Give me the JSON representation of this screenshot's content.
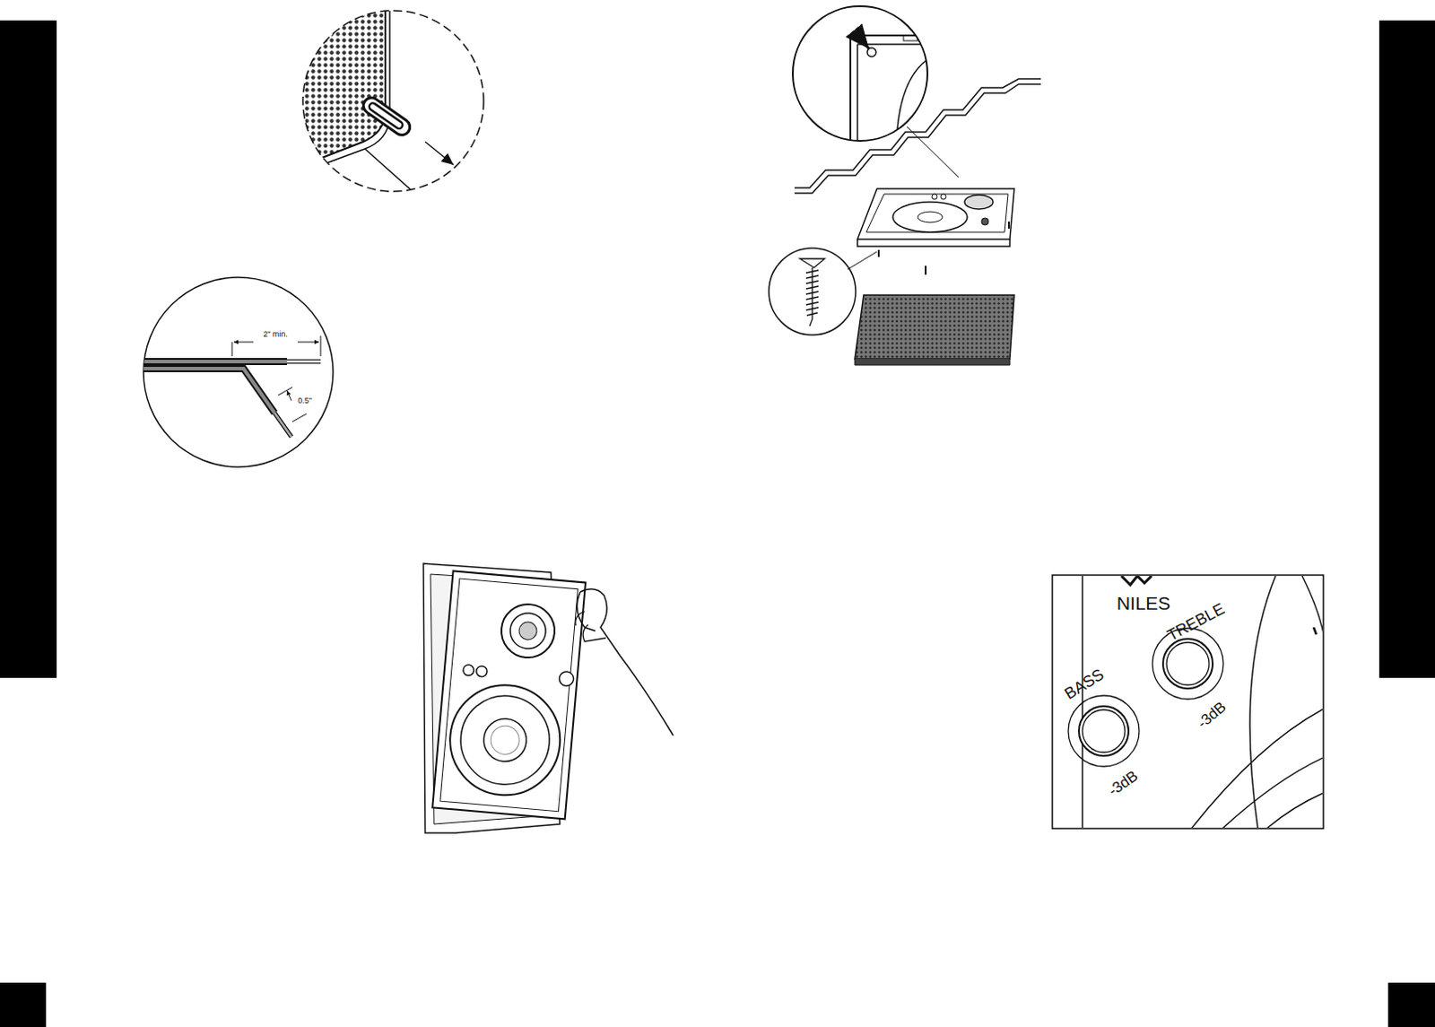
{
  "diagram": {
    "labels": [
      "2\" min.",
      "0.5\"",
      "NILES",
      "BASS",
      "TREBLE",
      "-3dB",
      "-3dB"
    ]
  }
}
